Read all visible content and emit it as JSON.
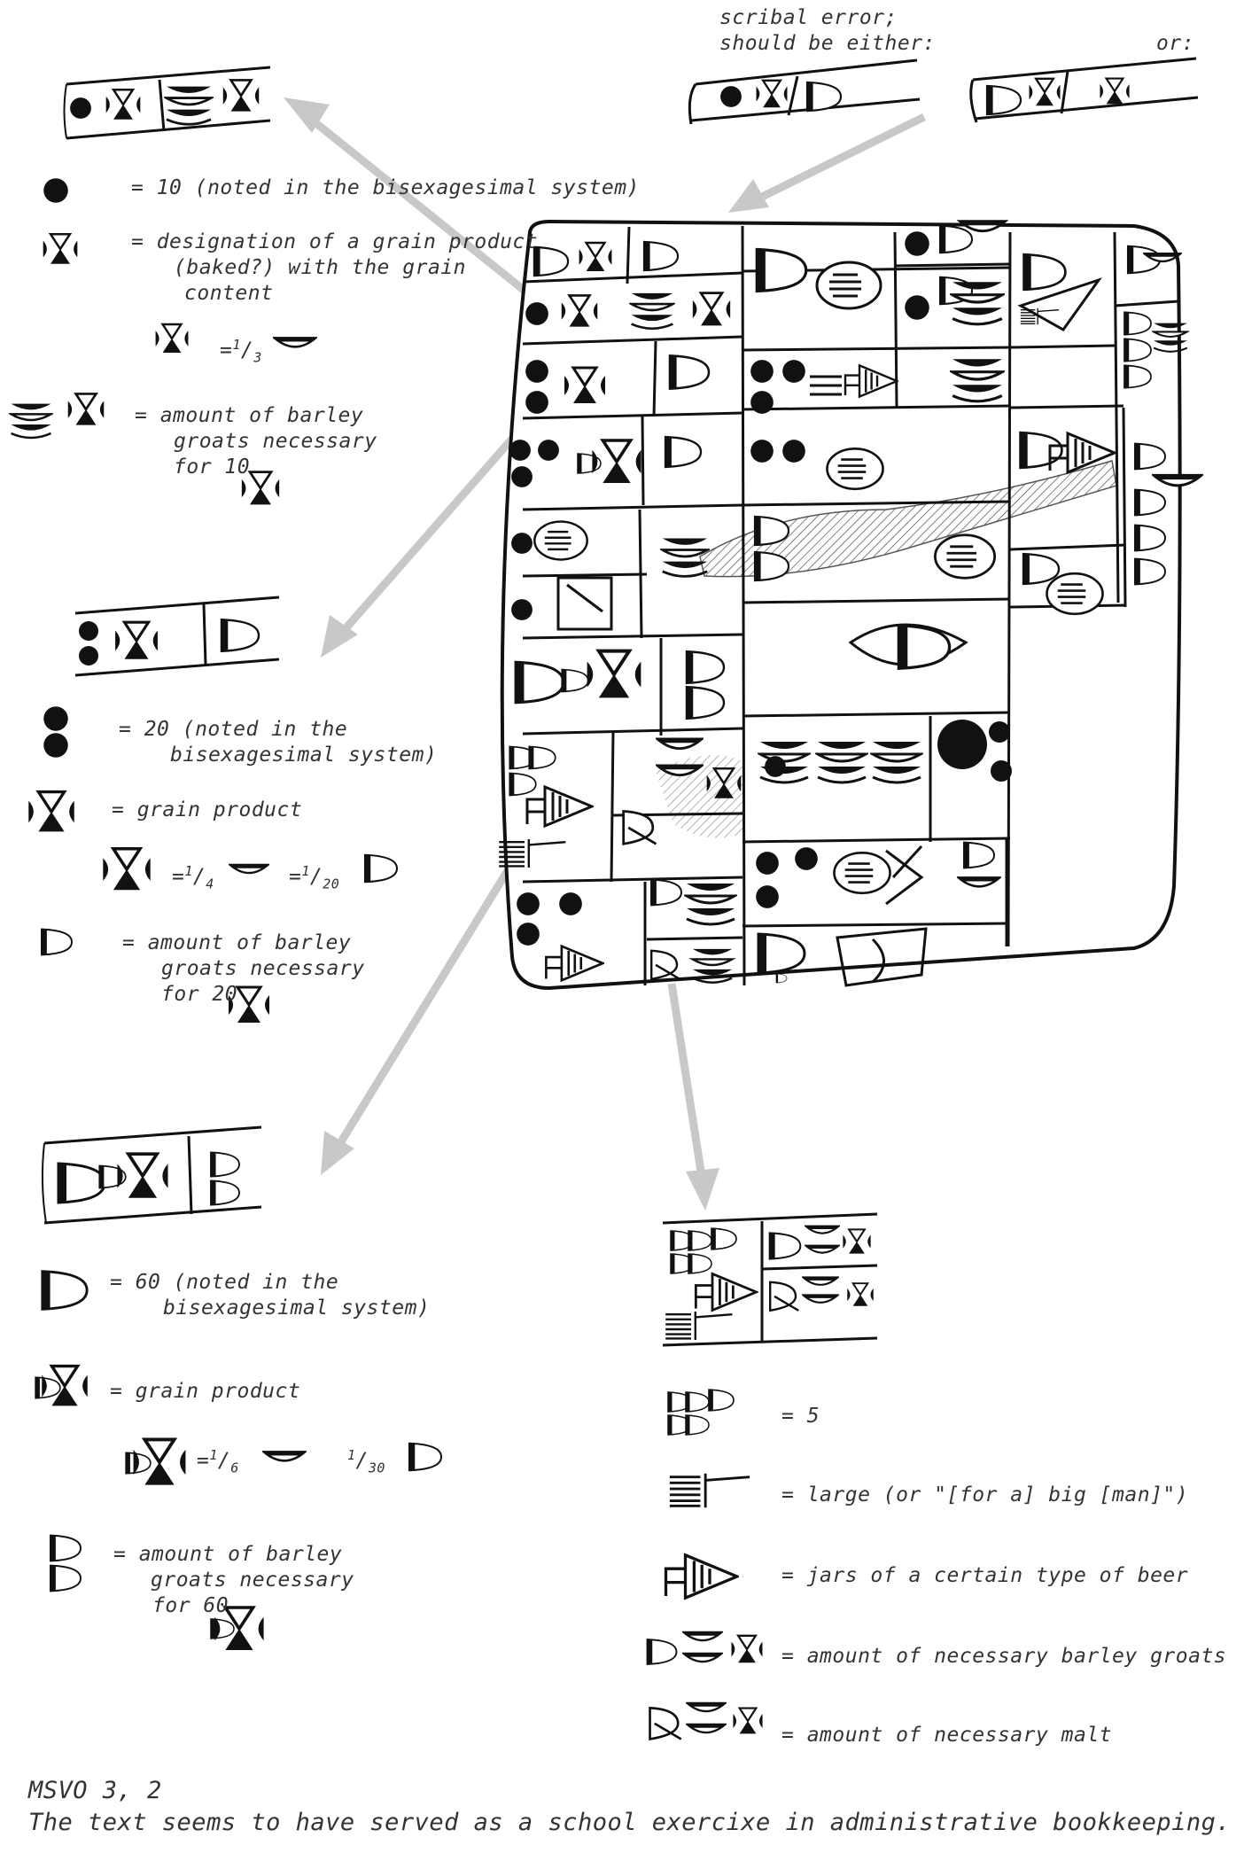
{
  "header": {
    "scribal_error_1": "scribal error;",
    "scribal_error_2": "should be either:",
    "or": "or:"
  },
  "gloss_10": {
    "eq_10": "= 10 (noted in the bisexagesimal system)",
    "designation_1": "= designation of a grain product",
    "designation_2": "(baked?) with the grain",
    "designation_3": "content",
    "ratio": "=",
    "frac_num": "1",
    "frac_den": "3",
    "amount_1": "= amount of barley",
    "amount_2": "groats necessary",
    "amount_3": "for 10"
  },
  "gloss_20": {
    "eq_20_1": "= 20 (noted in the",
    "eq_20_2": "bisexagesimal system)",
    "grain": "= grain product",
    "eq1": "=",
    "f1_num": "1",
    "f1_den": "4",
    "eq2": "=",
    "f2_num": "1",
    "f2_den": "20",
    "amount_1": "= amount of barley",
    "amount_2": "groats necessary",
    "amount_3": "for 20"
  },
  "gloss_60": {
    "eq_60_1": "= 60 (noted in the",
    "eq_60_2": "bisexagesimal system)",
    "grain": "= grain product",
    "eq1": "=",
    "f1_num": "1",
    "f1_den": "6",
    "f2_num": "1",
    "f2_den": "30",
    "amount_1": "= amount of barley",
    "amount_2": "groats necessary",
    "amount_3": "for 60"
  },
  "gloss_beer": {
    "five": "= 5",
    "large": "= large (or \"[for a] big [man]\")",
    "jars": "= jars of a certain type of beer",
    "groats": "= amount of necessary barley groats",
    "malt": "= amount of necessary malt"
  },
  "footer": {
    "catalog": "MSVO 3, 2",
    "note": "The text seems to have served as a school exercixe in administrative bookkeeping."
  },
  "colors": {
    "ink": "#111111",
    "arrow": "#c8c8c8",
    "text": "#333333"
  }
}
